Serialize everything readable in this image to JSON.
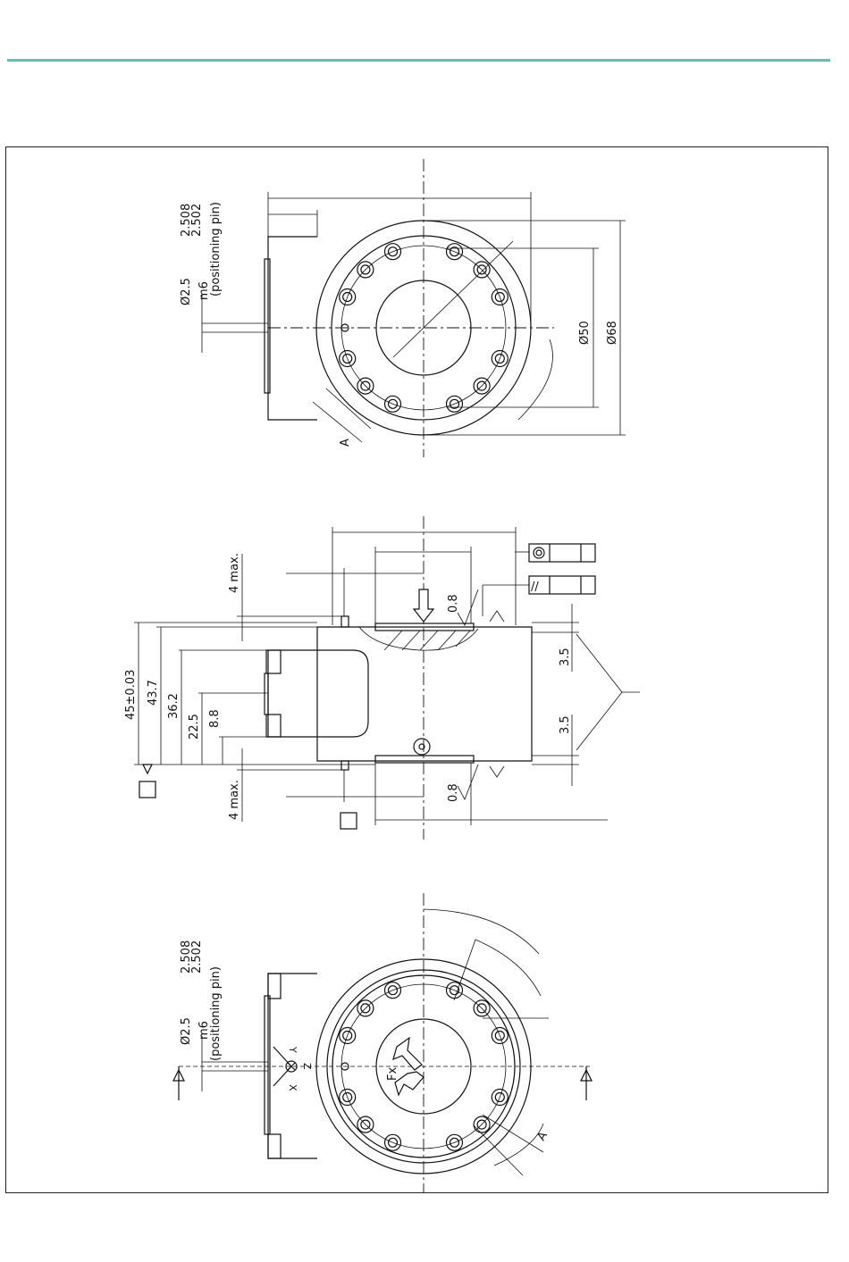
{
  "colors": {
    "accent_rule": "#5fbfb2",
    "line": "#111111"
  },
  "top_view": {
    "pin_tol_upper": "2.508",
    "pin_tol_lower": "2.502",
    "pin_diameter": "Ø2.5",
    "pin_fit": "m6",
    "pin_note": "(positioning pin)",
    "dim_d50": "Ø50",
    "dim_d68": "Ø68",
    "section_marker": "A"
  },
  "side_view": {
    "dim_height_total": "45±0.03",
    "dim_43_7": "43.7",
    "dim_36_2": "36.2",
    "dim_22_5": "22.5",
    "dim_8_8": "8.8",
    "dim_4max_top": "4 max.",
    "dim_4max_bottom": "4 max.",
    "roughness_top": "0.8",
    "roughness_bottom": "0.8",
    "dim_3_5_top": "3.5",
    "dim_3_5_bottom": "3.5",
    "parallel_symbol": "//"
  },
  "bottom_view": {
    "pin_tol_upper": "2.508",
    "pin_tol_lower": "2.502",
    "pin_diameter": "Ø2.5",
    "pin_fit": "m6",
    "pin_note": "(positioning pin)",
    "force_label": "Fx",
    "axis_y": "Y",
    "axis_x": "X",
    "axis_z": "Z",
    "section_marker": "A"
  }
}
